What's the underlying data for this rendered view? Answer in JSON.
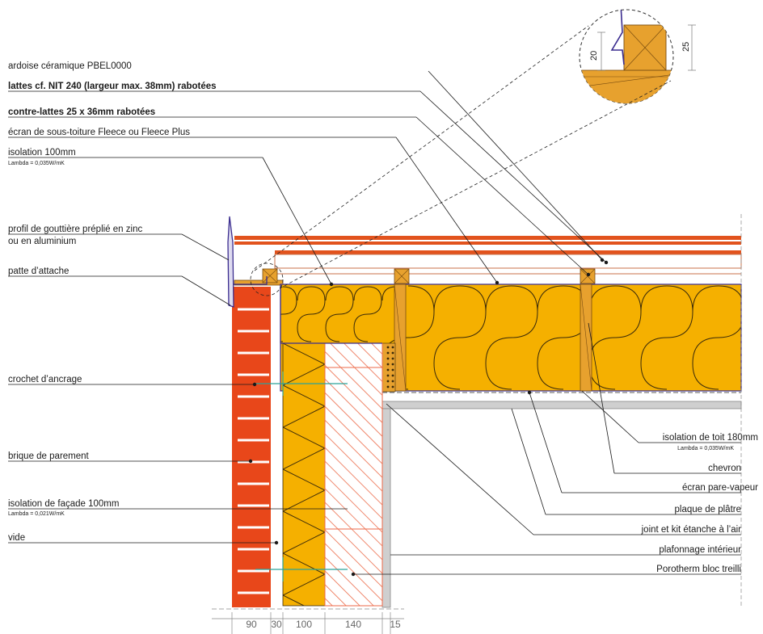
{
  "labels_left": [
    {
      "key": "ardoise",
      "text": "ardoise céramique PBEL0000",
      "bold": false
    },
    {
      "key": "lattes",
      "text": "lattes cf. NIT 240 (largeur max. 38mm) rabotées",
      "bold": true
    },
    {
      "key": "contre",
      "text": "contre-lattes 25 x 36mm rabotées",
      "bold": true
    },
    {
      "key": "ecran",
      "text": "écran de sous-toiture Fleece ou Fleece Plus",
      "bold": false
    },
    {
      "key": "iso100",
      "text": "isolation 100mm",
      "bold": false,
      "sub": "Lambda = 0,035W/mK"
    },
    {
      "key": "profil",
      "text": "profil de gouttière préplié en zinc",
      "bold": false,
      "line2": "ou en aluminium"
    },
    {
      "key": "patte",
      "text": "patte d’attache",
      "bold": false
    },
    {
      "key": "crochet",
      "text": "crochet d’ancrage",
      "bold": false
    },
    {
      "key": "brique",
      "text": "brique de parement",
      "bold": false
    },
    {
      "key": "isofac",
      "text": "isolation de façade 100mm",
      "bold": false,
      "sub": "Lambda = 0,021W/mK"
    },
    {
      "key": "vide",
      "text": "vide",
      "bold": false
    }
  ],
  "labels_right": [
    {
      "key": "isotoit",
      "text": "isolation de toit 180mm",
      "sub": "Lambda = 0,035W/mK"
    },
    {
      "key": "chevron",
      "text": "chevron"
    },
    {
      "key": "pare",
      "text": "écran pare-vapeur"
    },
    {
      "key": "platre",
      "text": "plaque de plâtre"
    },
    {
      "key": "joint",
      "text": "joint et kit étanche à l’air"
    },
    {
      "key": "plafond",
      "text": "plafonnage intérieur"
    },
    {
      "key": "porotherm",
      "text": "Porotherm bloc treilli"
    }
  ],
  "dimensions_bottom": [
    "90",
    "30",
    "100",
    "140",
    "15"
  ],
  "detail_dimensions": [
    "20",
    "25"
  ],
  "colors": {
    "brick": "#e8471a",
    "insulation": "#f5b000",
    "wood": "#e7a12e",
    "tile": "#e2531d",
    "membrane": "#3b2d8f",
    "block": "#f28a6e",
    "plaster": "#cfcfcf"
  }
}
